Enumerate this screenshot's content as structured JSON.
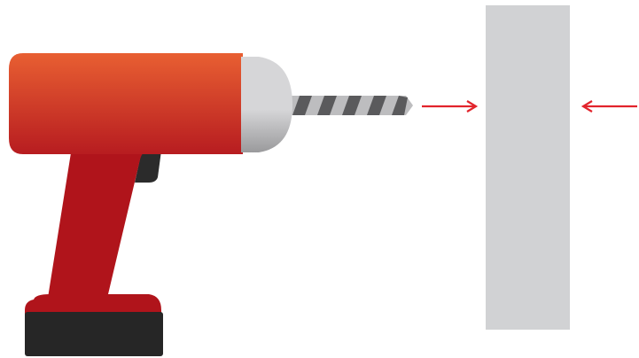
{
  "scene": {
    "subject": "drill-illustration",
    "elements": [
      "drill",
      "drill-bit",
      "wall-panel",
      "arrow-left-pointing-right",
      "arrow-right-pointing-left"
    ]
  },
  "colors": {
    "body_top": "#e85f32",
    "body_bottom": "#b71c20",
    "handle": "#b0141b",
    "trigger": "#2b2b2b",
    "chuck_light": "#d6d6d8",
    "chuck_dark": "#9a9a9c",
    "bit_dark": "#5a5a5c",
    "bit_light": "#bdbdbf",
    "battery": "#262626",
    "battery_top": "#b0141b",
    "wall": "#d1d2d4",
    "arrow": "#e2242c"
  }
}
